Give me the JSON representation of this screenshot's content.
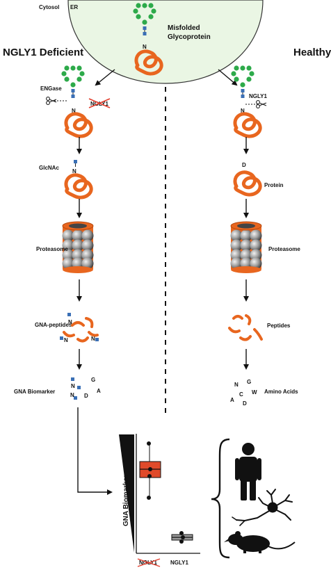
{
  "er": {
    "cytosol": "Cytosol",
    "er": "ER",
    "misfolded_line1": "Misfolded",
    "misfolded_line2": "Glycoprotein"
  },
  "left": {
    "heading": "NGLY1 Deficient",
    "engase": "ENGase",
    "ngly1_crossed": "NGLY1",
    "glcnac": "GlcNAc",
    "proteasome": "Proteasome",
    "gna_peptides": "GNA-peptides",
    "gna_biomarker": "GNA Biomarker",
    "biomarker_letters": [
      "N",
      "G",
      "N",
      "A",
      "D"
    ]
  },
  "right": {
    "heading": "Healthy",
    "ngly1": "NGLY1",
    "protein": "Protein",
    "proteasome": "Proteasome",
    "peptides": "Peptides",
    "amino_acids": "Amino Acids",
    "amino_letters": [
      "N",
      "G",
      "C",
      "W",
      "A",
      "D"
    ]
  },
  "glyco": {
    "n_letter": "N",
    "d_letter": "D"
  },
  "chart_data": {
    "type": "box",
    "ylabel": "GNA Biomarker",
    "categories": [
      "NGLY1",
      "NGLY1"
    ],
    "category_crossed": [
      true,
      false
    ],
    "series": [
      {
        "box_color": "#e04a2a"
      },
      {
        "box_color": "#9a9a9a"
      }
    ],
    "grid": false
  },
  "organisms": [
    "human-icon",
    "neuron-icon",
    "rodent-icon"
  ]
}
